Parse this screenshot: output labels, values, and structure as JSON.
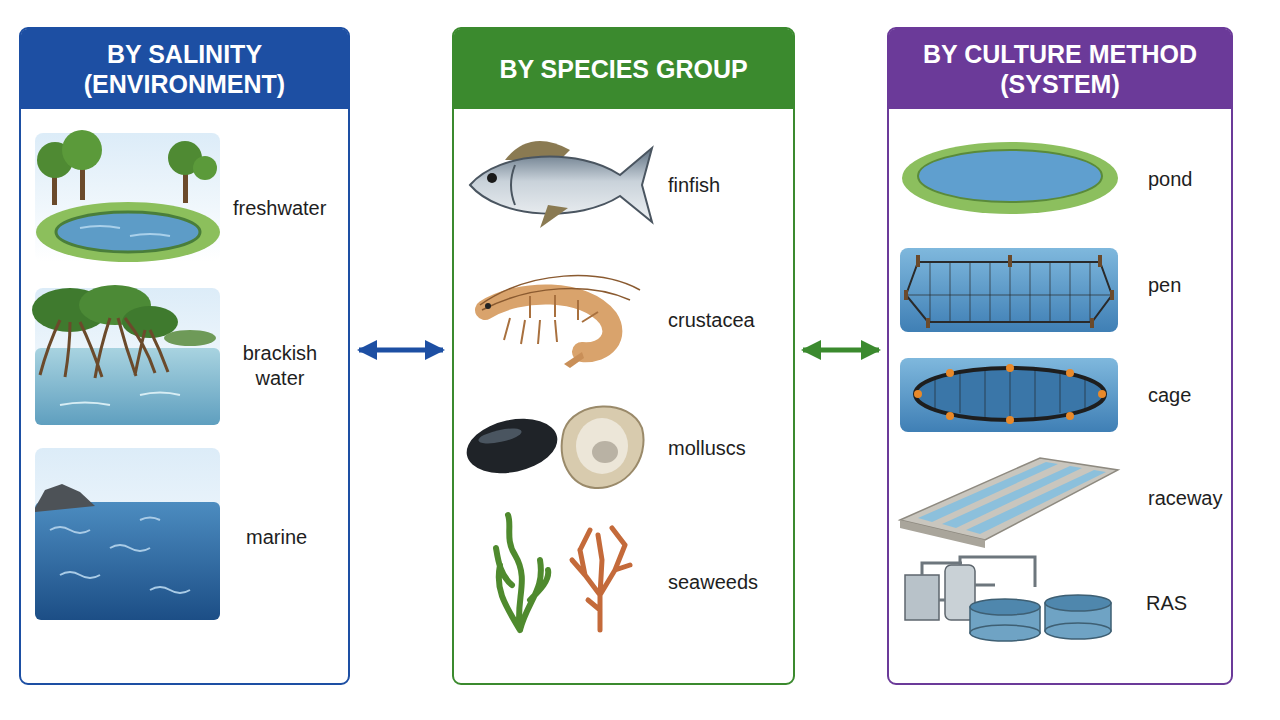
{
  "diagram": {
    "nodes": [
      {
        "text": [
          "BY SALINITY (ENVIRONMENT)"
        ]
      },
      {
        "text": [
          "BY SPECIES GROUP"
        ]
      },
      {
        "text": [
          "BY CULTURE METHOD (SYSTEM)"
        ]
      }
    ],
    "edges": [
      {
        "from": 0,
        "to": 1,
        "arrow": "both"
      },
      {
        "from": 1,
        "to": 2,
        "arrow": "both"
      }
    ],
    "labels": [
      "freshwater",
      "brackish water",
      "marine",
      "finfish",
      "crustacea",
      "molluscs",
      "seaweeds",
      "pond",
      "pen",
      "cage",
      "raceway",
      "RAS"
    ]
  }
}
